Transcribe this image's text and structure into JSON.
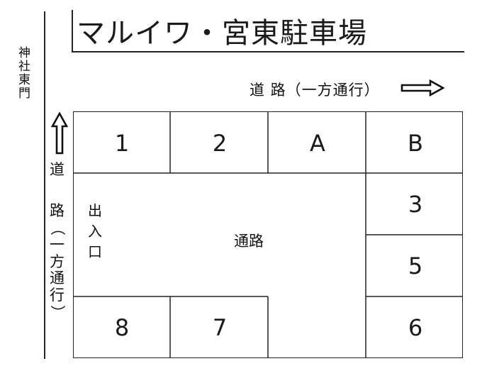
{
  "title": "マルイワ・宮東駐車場",
  "shrine_label": [
    "神",
    "社",
    "東",
    "門"
  ],
  "road_top_label": "道 路（一方通行）",
  "road_left": {
    "chars": [
      "道",
      "路"
    ],
    "open_paren": "（",
    "chars2": [
      "一",
      "方",
      "通",
      "行"
    ],
    "close_paren": "）"
  },
  "spaces": {
    "s1": "1",
    "s2": "2",
    "sA": "A",
    "sB": "B",
    "s3": "3",
    "s5": "5",
    "s6": "6",
    "s7": "7",
    "s8": "8"
  },
  "entrance_label": [
    "出",
    "入",
    "口"
  ],
  "passage_label": "通路",
  "icons": {
    "right_arrow": "outline-arrow-right-icon",
    "up_arrow": "outline-arrow-up-icon"
  }
}
